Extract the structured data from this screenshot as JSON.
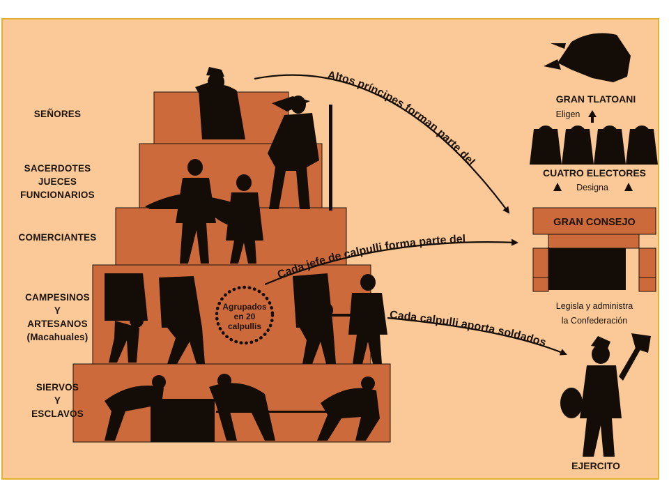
{
  "classes": {
    "senores": "SEÑORES",
    "sacerdotes": "SACERDOTES\nJUECES\nFUNCIONARIOS",
    "comerciantes": "COMERCIANTES",
    "campesinos": "CAMPESINOS\nY\nARTESANOS\n(Macahuales)",
    "siervos": "SIERVOS\nY\nESCLAVOS"
  },
  "arrows": {
    "altos": "Altos príncipes forman parte del",
    "jefe": "Cada jefe de calpulli forma parte del",
    "aporta": "Cada calpulli aporta soldados"
  },
  "calpullis": {
    "line1": "Agrupados",
    "line2": "en 20",
    "line3": "calpullis"
  },
  "government": {
    "tlatoani": "GRAN  TLATOANI",
    "eligen": "Eligen",
    "electores": "CUATRO ELECTORES",
    "designa": "Designa",
    "consejo": "GRAN CONSEJO",
    "legisla": "Legisla y administra",
    "confederacion": "la Confederación",
    "ejercito": "EJERCITO"
  },
  "colors": {
    "background": "#fbc997",
    "border": "#e4b233",
    "tier": "#cd6a3c",
    "silhouette": "#140c07"
  }
}
